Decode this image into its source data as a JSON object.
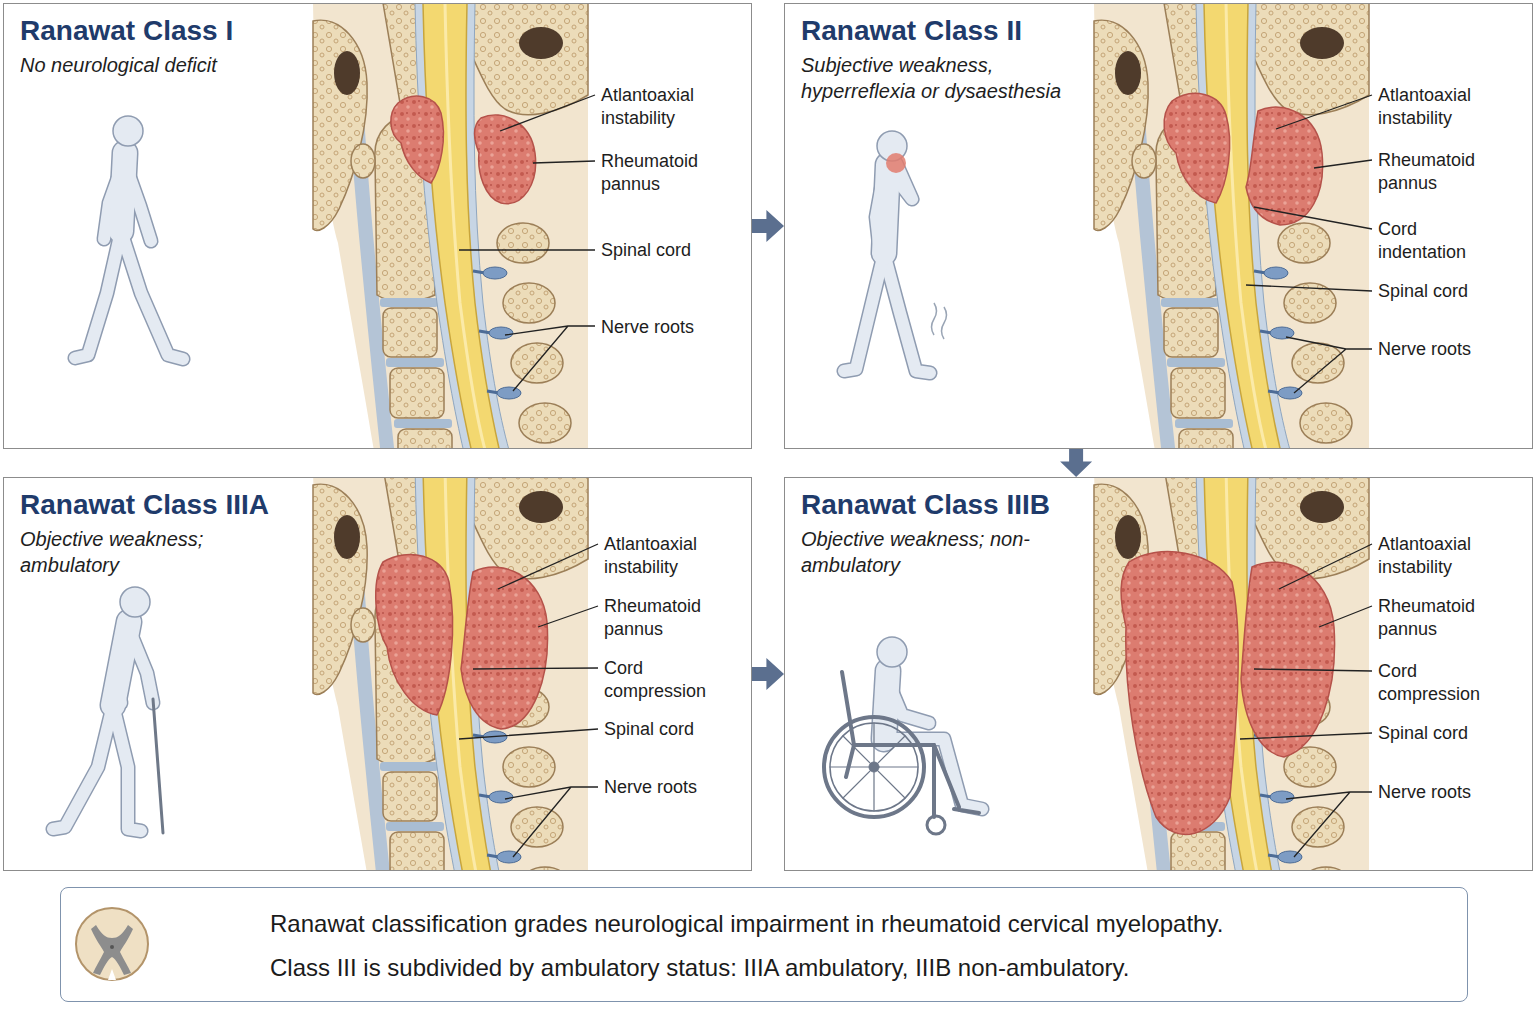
{
  "diagram": {
    "nodes": [
      {
        "text": [
          "Ranawat Class I",
          "No neurological deficit"
        ]
      },
      {
        "text": [
          "Ranawat Class II",
          "Subjective weakness, hyperreflexia or dysaesthesia"
        ]
      },
      {
        "text": [
          "Ranawat Class IIIA",
          "Objective weakness; ambulatory"
        ]
      },
      {
        "text": [
          "Ranawat Class IIIB",
          "Objective weakness; non-ambulatory"
        ]
      },
      {
        "text": [
          "Ranawat classification grades neurological impairment in rheumatoid cervical myelopathy.",
          "Class III is subdivided by ambulatory status: IIIA ambulatory, IIIB non-ambulatory."
        ]
      }
    ],
    "edges": [
      {
        "from": 0,
        "to": 1,
        "arrow": "to"
      },
      {
        "from": 1,
        "to": 3,
        "arrow": "to"
      },
      {
        "from": 2,
        "to": 3,
        "arrow": "to"
      }
    ],
    "labels": [
      "Atlantoaxial instability",
      "Rheumatoid pannus",
      "Spinal cord",
      "Nerve roots",
      "Atlantoaxial instability",
      "Rheumatoid pannus",
      "Cord indentation",
      "Spinal cord",
      "Nerve roots",
      "Atlantoaxial instability",
      "Rheumatoid pannus",
      "Cord compression",
      "Spinal cord",
      "Nerve roots",
      "Atlantoaxial instability",
      "Rheumatoid pannus",
      "Cord compression",
      "Spinal cord",
      "Nerve roots"
    ]
  }
}
